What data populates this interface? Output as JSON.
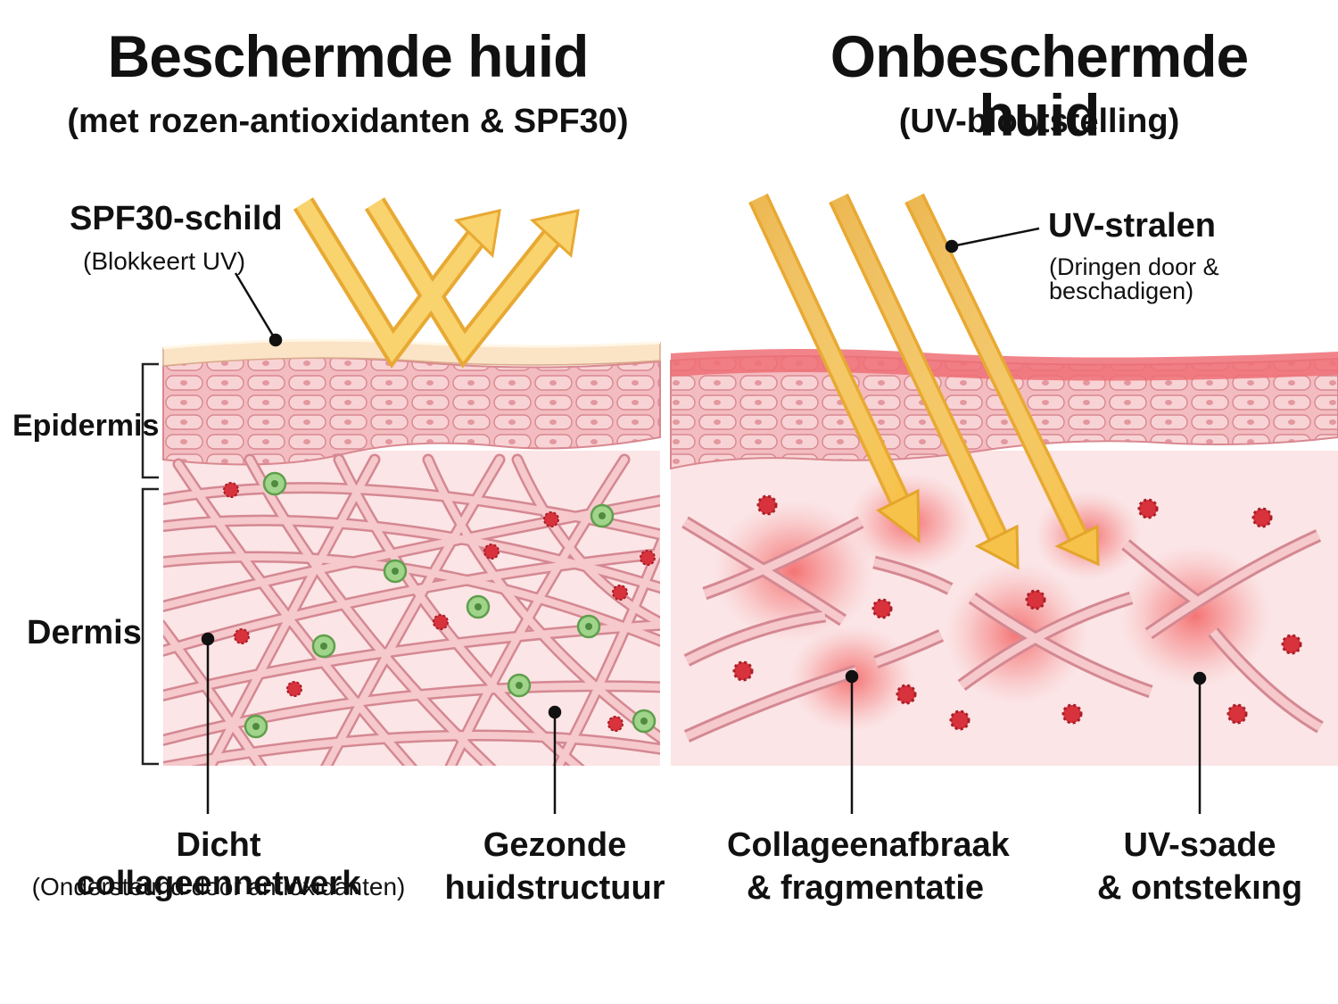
{
  "left": {
    "title": "Beschermde huid",
    "subtitle": "(met rozen-antioxidanten & SPF30)",
    "shield": {
      "label": "SPF30-schild",
      "note": "(Blokkeert UV)"
    },
    "layers": {
      "epidermis": "Epidermis",
      "dermis": "Dermis"
    },
    "callout_network": {
      "label": "Dicht collageennetwerk",
      "note": "(Ondersteund door antioxidanten)"
    },
    "callout_structure": {
      "line1": "Gezonde",
      "line2": "huidstructuur"
    }
  },
  "right": {
    "title": "Onbeschermde huid",
    "subtitle": "(UV-blootstelling)",
    "rays": {
      "label": "UV-stralen",
      "note": "(Dringen door & beschadigen)"
    },
    "callout_breakdown": {
      "line1": "Collageenafbraak",
      "line2": "& fragmentatie"
    },
    "callout_damage": {
      "line1": "UV-sɔade",
      "line2": "& ontstekıng"
    }
  },
  "colors": {
    "uv_ray": "#f6c24a",
    "skin_pink": "#f2b6bb",
    "collagen": "#f0b3b8",
    "damage_glow": "#f25c5c",
    "free_radical": "#d8323c",
    "antioxidant": "#7cbf6a"
  }
}
